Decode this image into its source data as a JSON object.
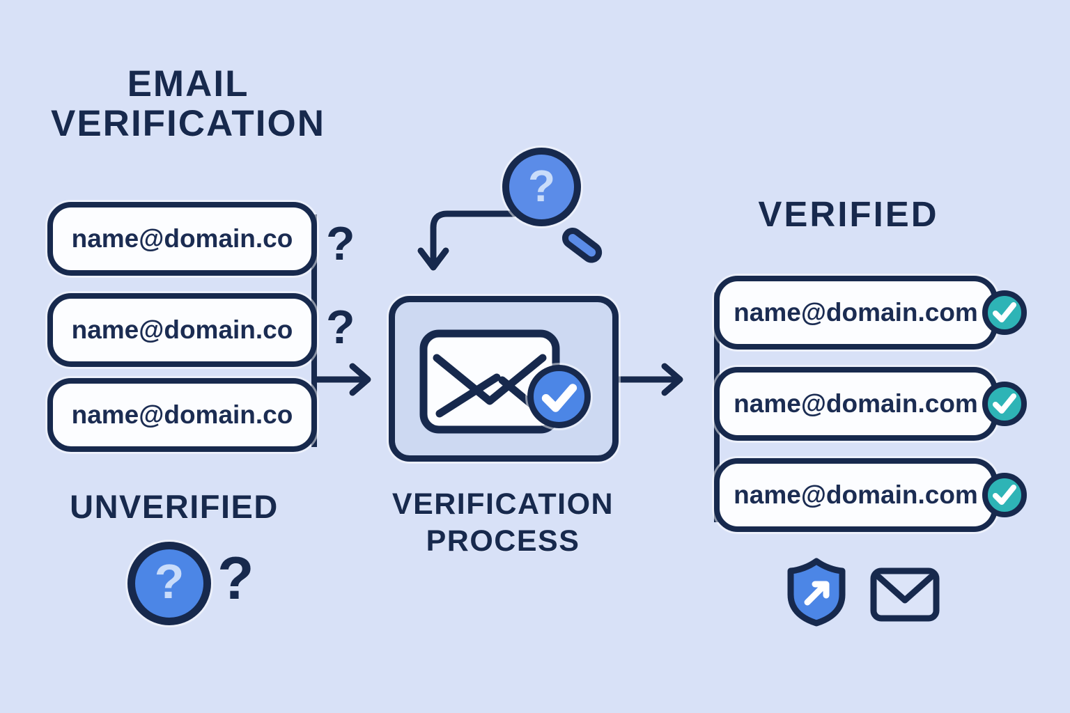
{
  "theme": {
    "bg": "#d8e1f7",
    "navy": "#17294d",
    "textNavy": "#1b2c52",
    "blue": "#4c86e6",
    "blueMid": "#5b8ce8",
    "blueLight": "#c9dcfa",
    "teal": "#2eb4b6",
    "boxFill": "#fcfdff",
    "panelFill": "#cdd9f2"
  },
  "header": {
    "title_line1": "EMAIL",
    "title_line2": "VERIFICATION"
  },
  "unverified": {
    "label": "UNVERIFIED",
    "emails": [
      "name@domain.co",
      "name@domain.co",
      "name@domain.co"
    ],
    "question_mark_1": "?",
    "question_mark_2": "?",
    "badge_question": "?",
    "loose_question": "?"
  },
  "process": {
    "label_line1": "VERIFICATION",
    "label_line2": "PROCESS",
    "magnifier_question": "?"
  },
  "verified": {
    "label": "VERIFIED",
    "emails": [
      "name@domain.com",
      "name@domain.com",
      "name@domain.com"
    ]
  },
  "icons": {
    "magnifier": "magnifying-glass-question-icon",
    "envelope": "envelope-icon",
    "envelope_check": "check-circle-blue-icon",
    "verified_check": "check-circle-teal-icon",
    "question_badge": "question-circle-icon",
    "shield": "shield-arrow-icon",
    "mail_outline": "envelope-outline-icon",
    "check_glyph": "✓",
    "question_glyph": "?"
  }
}
